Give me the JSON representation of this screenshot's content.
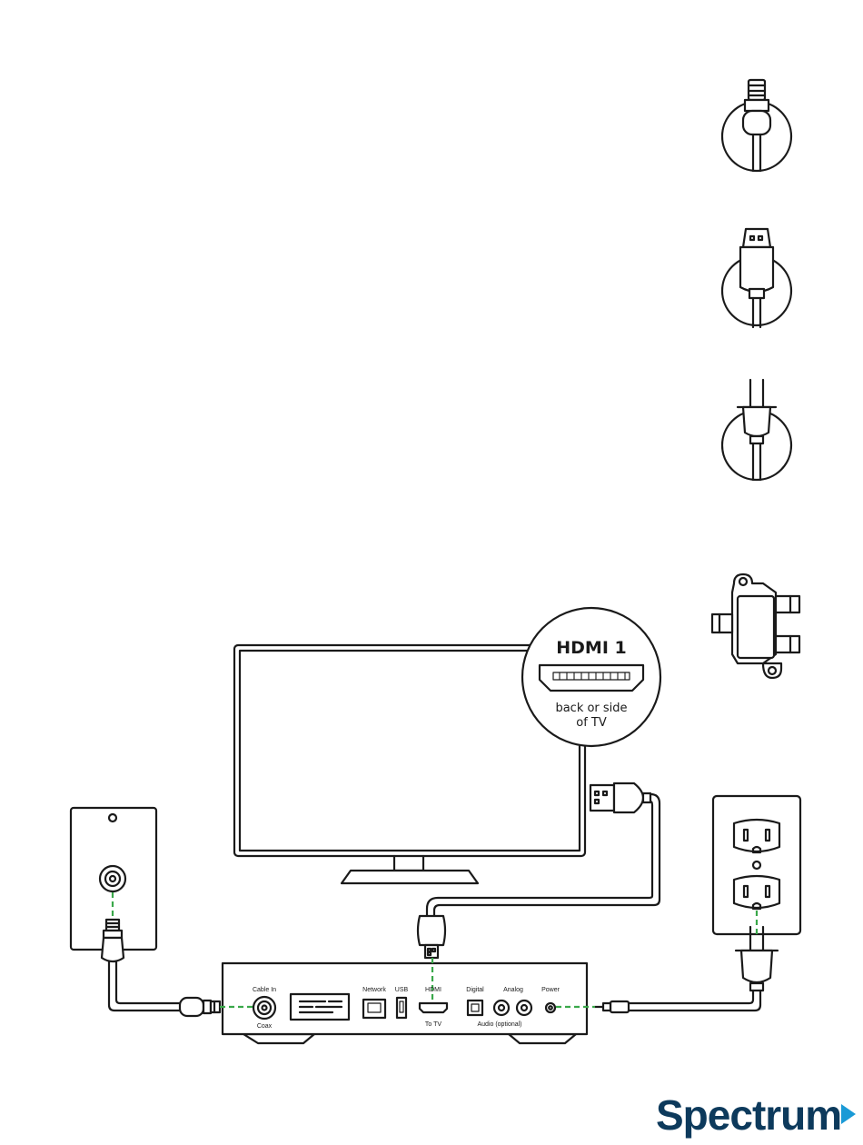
{
  "callout": {
    "port_name": "HDMI 1",
    "location_line1": "back or side",
    "location_line2": "of TV"
  },
  "receiver": {
    "ports": {
      "cable_in": "Cable In",
      "coax": "Coax",
      "network": "Network",
      "usb": "USB",
      "hdmi": "HDMI",
      "to_tv": "To TV",
      "digital": "Digital",
      "analog": "Analog",
      "audio_optional": "Audio (optional)",
      "power": "Power"
    }
  },
  "brand": {
    "name": "Spectrum",
    "color": "#0d3a5c",
    "accent": "#1a9ad6"
  },
  "colors": {
    "line": "#1a1a1a",
    "connection_dash": "#3aa84a"
  },
  "icons": [
    "coax-connector-icon",
    "hdmi-connector-icon",
    "power-plug-icon",
    "coax-splitter-icon",
    "wall-outlet-icon",
    "coax-wall-plate-icon",
    "tv-icon",
    "receiver-box-icon"
  ]
}
